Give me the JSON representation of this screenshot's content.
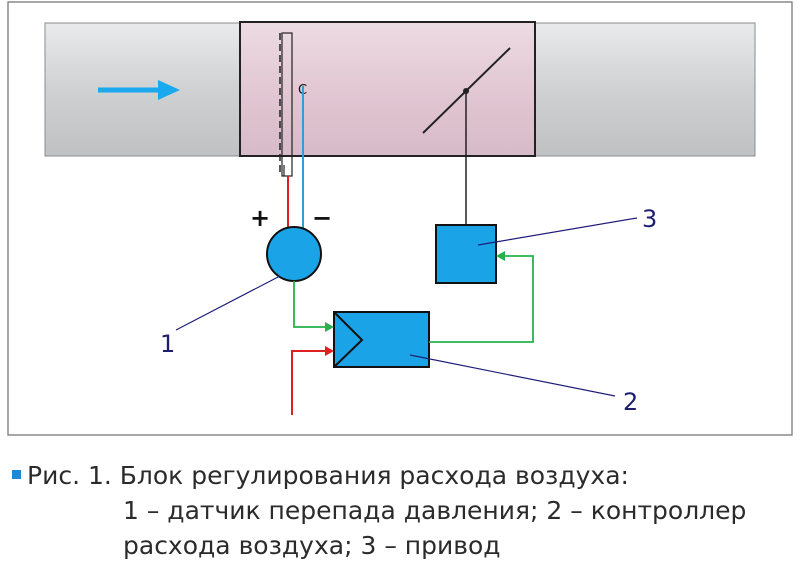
{
  "diagram": {
    "callouts": {
      "one": "1",
      "two": "2",
      "three": "3"
    },
    "signs": {
      "plus": "+",
      "minus": "−"
    },
    "sensor_letter": "C",
    "colors": {
      "duct": "#d4d6d8",
      "section": "#e6cfd9",
      "device": "#1aa3e6",
      "red": "#e02020",
      "green": "#25b24a",
      "blue_wire": "#2aa0d8",
      "arrow": "#1aa9ef",
      "leader": "#1e1e7a"
    }
  },
  "caption": {
    "line1": "Рис. 1. Блок регулирования расхода воздуха:",
    "line2": "1 – датчик перепада давления; 2 – контроллер",
    "line3": "расхода воздуха; 3 – привод"
  }
}
